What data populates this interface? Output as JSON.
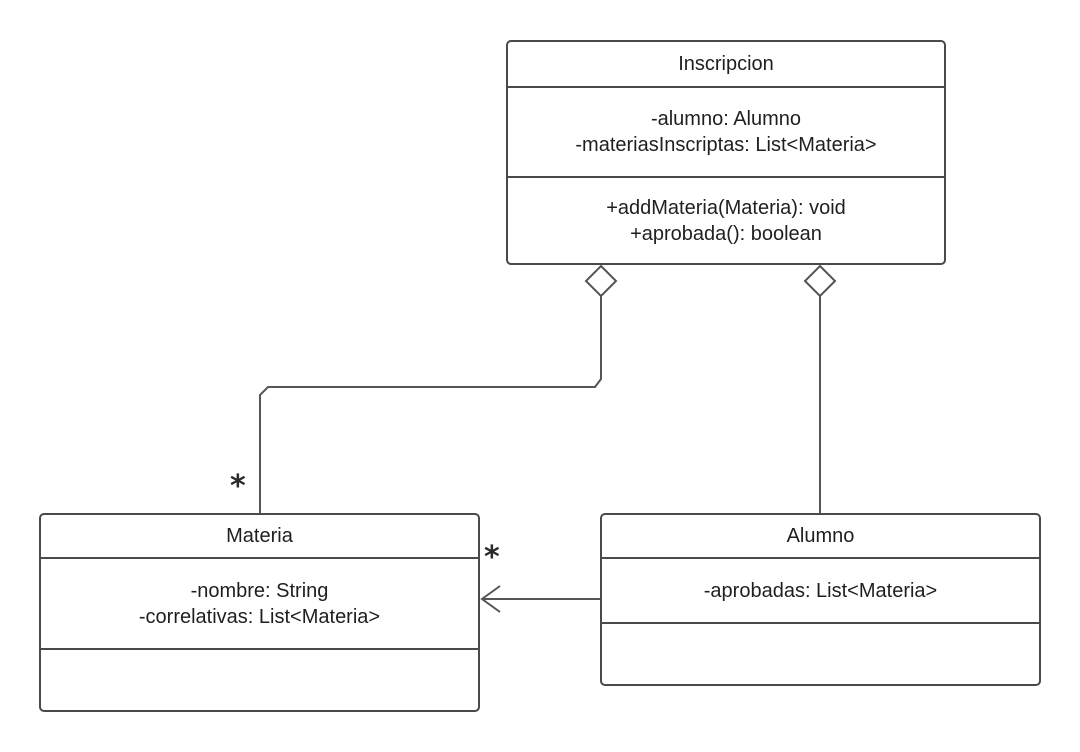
{
  "classes": {
    "inscripcion": {
      "name": "Inscripcion",
      "attributes": [
        "-alumno: Alumno",
        "-materiasInscriptas: List<Materia>"
      ],
      "methods": [
        "+addMateria(Materia): void",
        "+aprobada(): boolean"
      ]
    },
    "materia": {
      "name": "Materia",
      "attributes": [
        "-nombre: String",
        "-correlativas: List<Materia>"
      ],
      "methods": []
    },
    "alumno": {
      "name": "Alumno",
      "attributes": [
        "-aprobadas: List<Materia>"
      ],
      "methods": []
    }
  },
  "relations": {
    "inscripcion_materia": {
      "type": "aggregation",
      "target_multiplicity": "*"
    },
    "inscripcion_alumno": {
      "type": "aggregation"
    },
    "alumno_materia": {
      "type": "association",
      "target_multiplicity": "*"
    }
  },
  "colors": {
    "border": "#4a4a4a",
    "line": "#555555",
    "text": "#1f1f1f",
    "background": "#ffffff"
  }
}
